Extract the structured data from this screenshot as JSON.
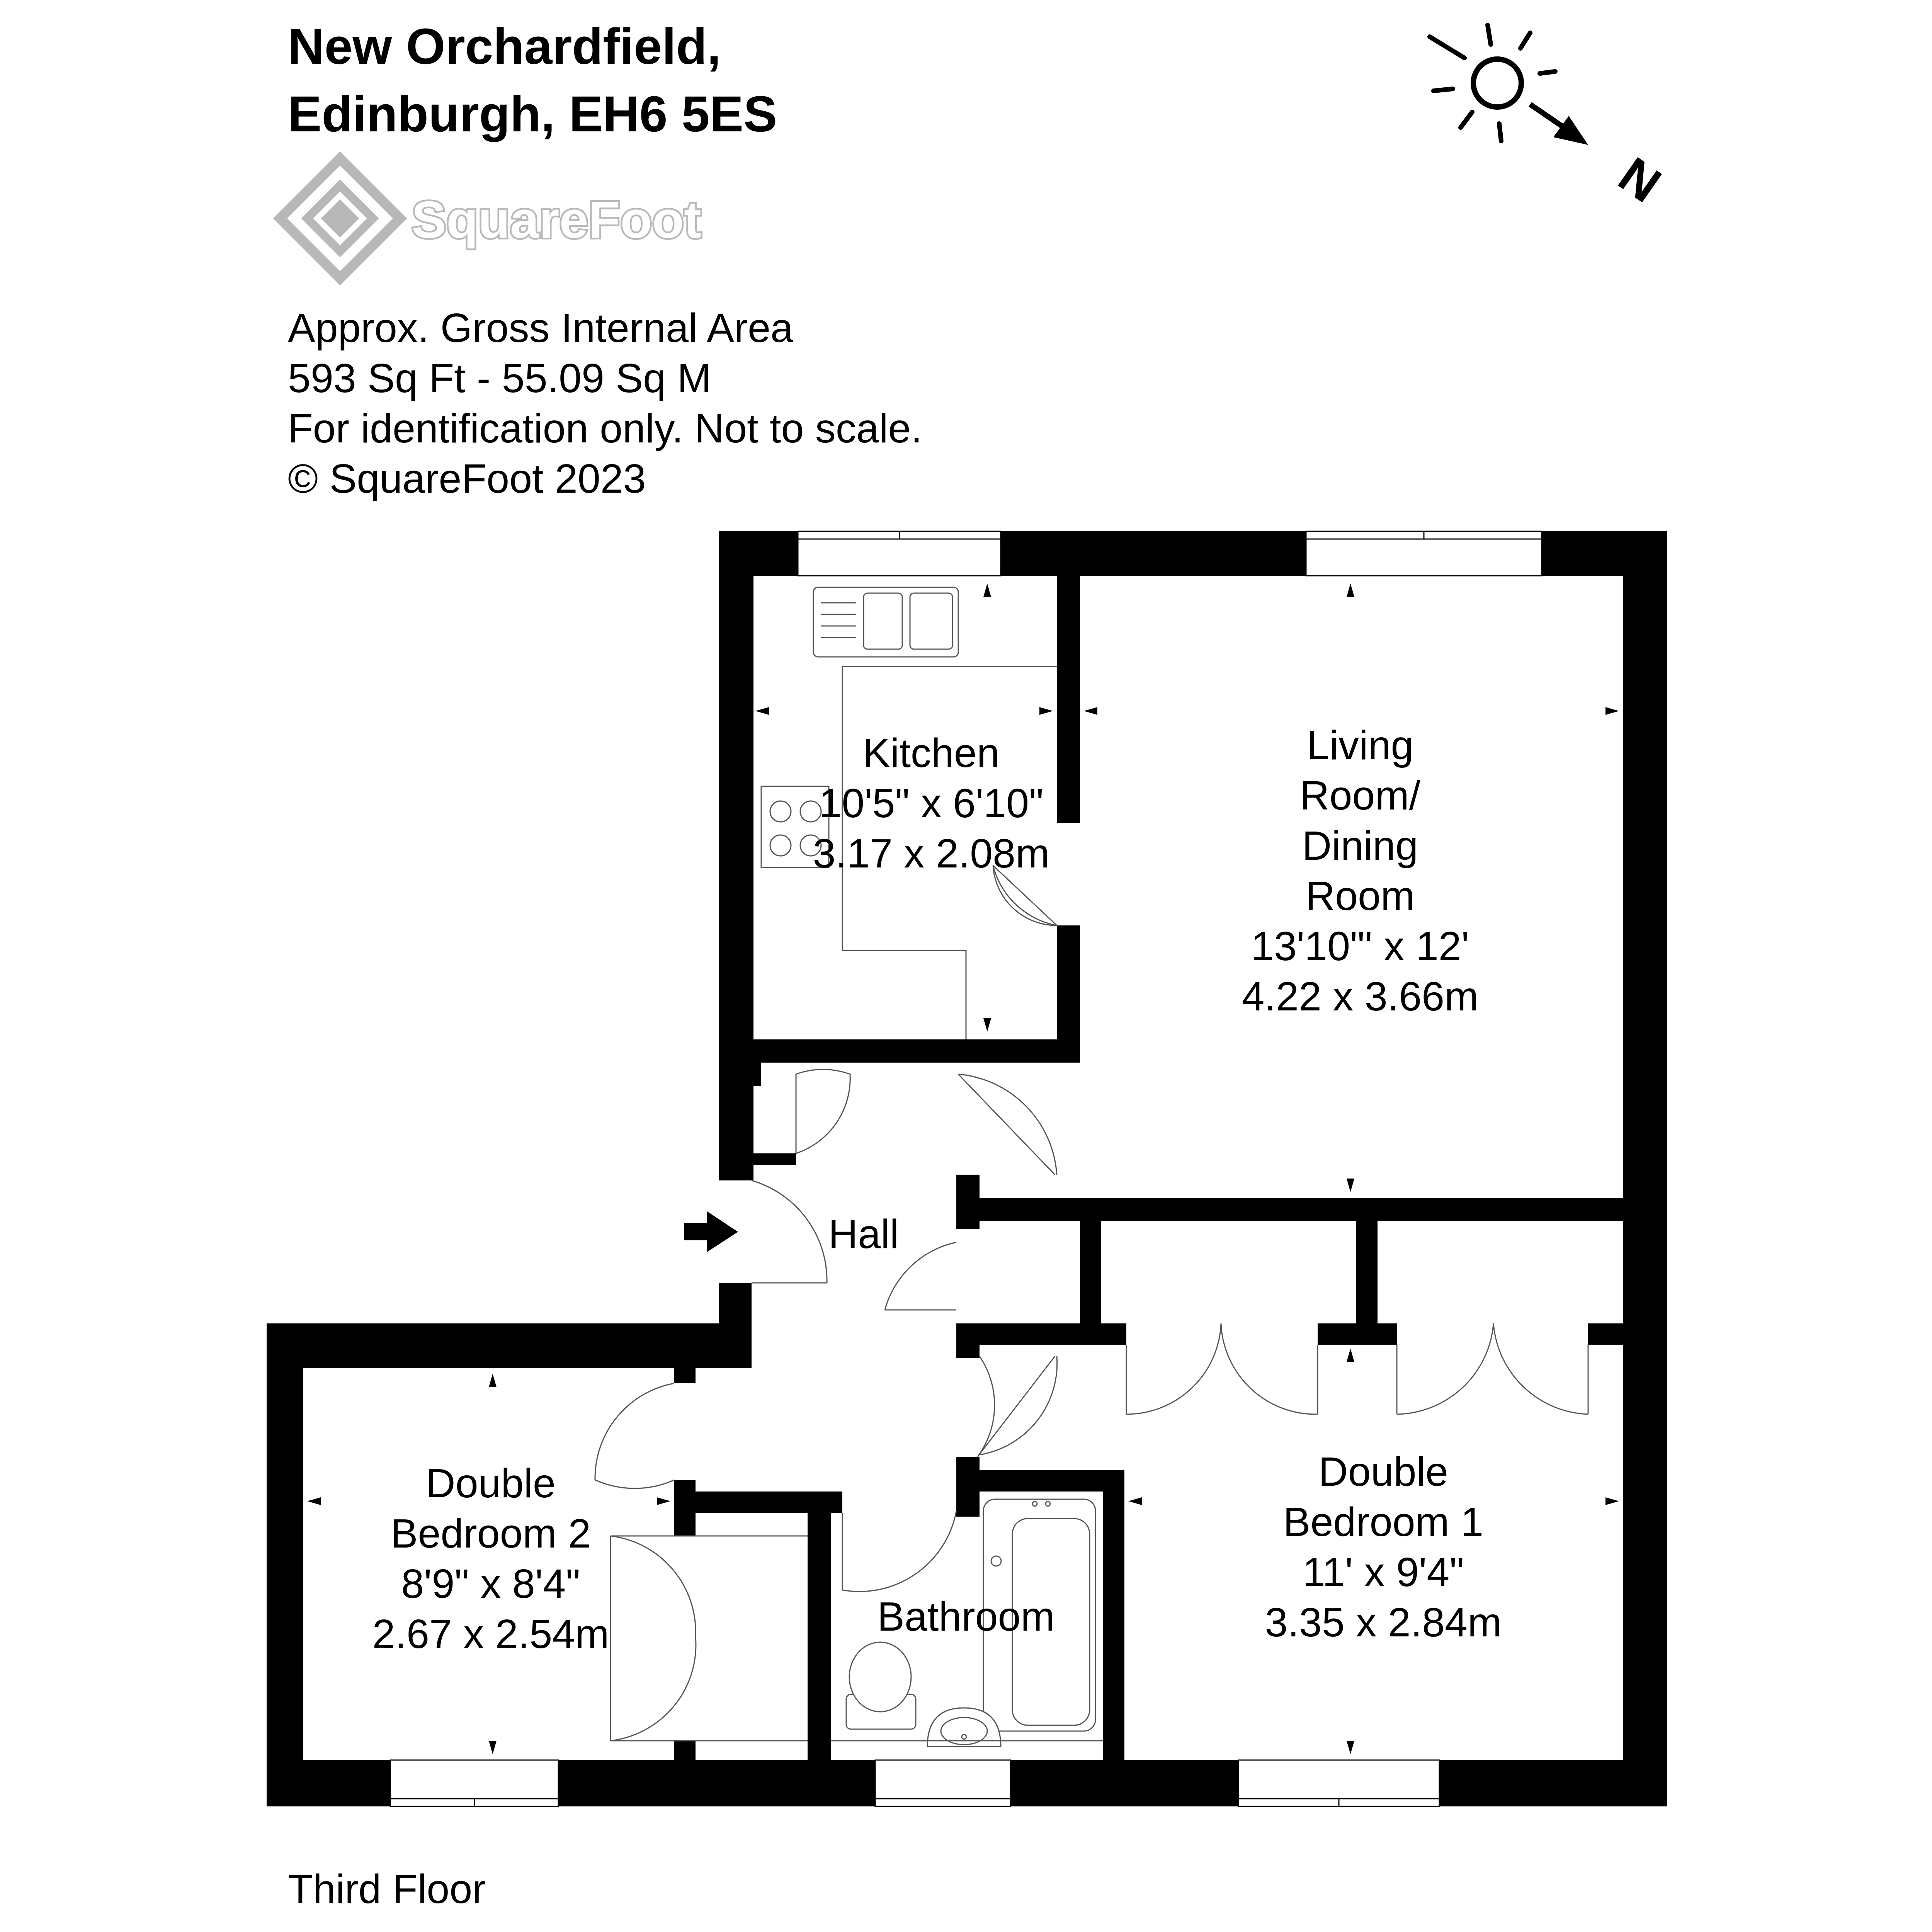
{
  "header": {
    "title_line1": "New Orchardfield,",
    "title_line2": "Edinburgh, EH6 5ES"
  },
  "logo": {
    "text": "SquareFoot",
    "icon": "squarefoot-diamond-icon",
    "color": "#b8b8b8"
  },
  "info": {
    "line1": "Approx. Gross Internal Area",
    "line2": "593 Sq Ft  -  55.09 Sq M",
    "line3": "For identification only. Not to scale.",
    "line4": "© SquareFoot 2023"
  },
  "compass": {
    "icon": "sun-icon",
    "letter": "N"
  },
  "rooms": {
    "kitchen": {
      "name": "Kitchen",
      "imperial": "10'5\" x 6'10\"",
      "metric": "3.17 x 2.08m"
    },
    "living": {
      "name_line1": "Living",
      "name_line2": "Room/",
      "name_line3": "Dining",
      "name_line4": "Room",
      "imperial": "13'10\"' x 12'",
      "metric": "4.22 x 3.66m"
    },
    "hall": {
      "name": "Hall"
    },
    "bedroom2": {
      "name_line1": "Double",
      "name_line2": "Bedroom 2",
      "imperial": "8'9\" x 8'4\"",
      "metric": "2.67 x 2.54m"
    },
    "bathroom": {
      "name": "Bathroom"
    },
    "bedroom1": {
      "name_line1": "Double",
      "name_line2": "Bedroom 1",
      "imperial": "11' x 9'4\"",
      "metric": "3.35 x 2.84m"
    }
  },
  "footer": {
    "floor": "Third Floor"
  }
}
